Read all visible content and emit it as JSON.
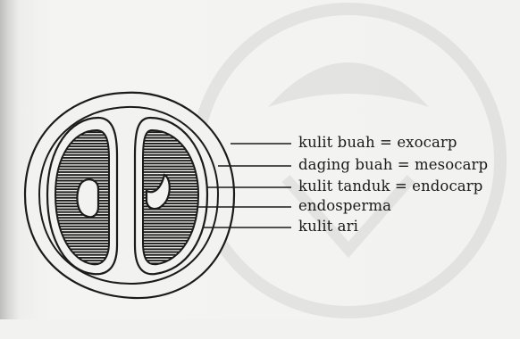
{
  "diagram": {
    "labels": [
      "kulit buah = exocarp",
      "daging buah = mesocarp",
      "kulit tanduk = endocarp",
      "endosperma",
      "kulit ari"
    ]
  }
}
